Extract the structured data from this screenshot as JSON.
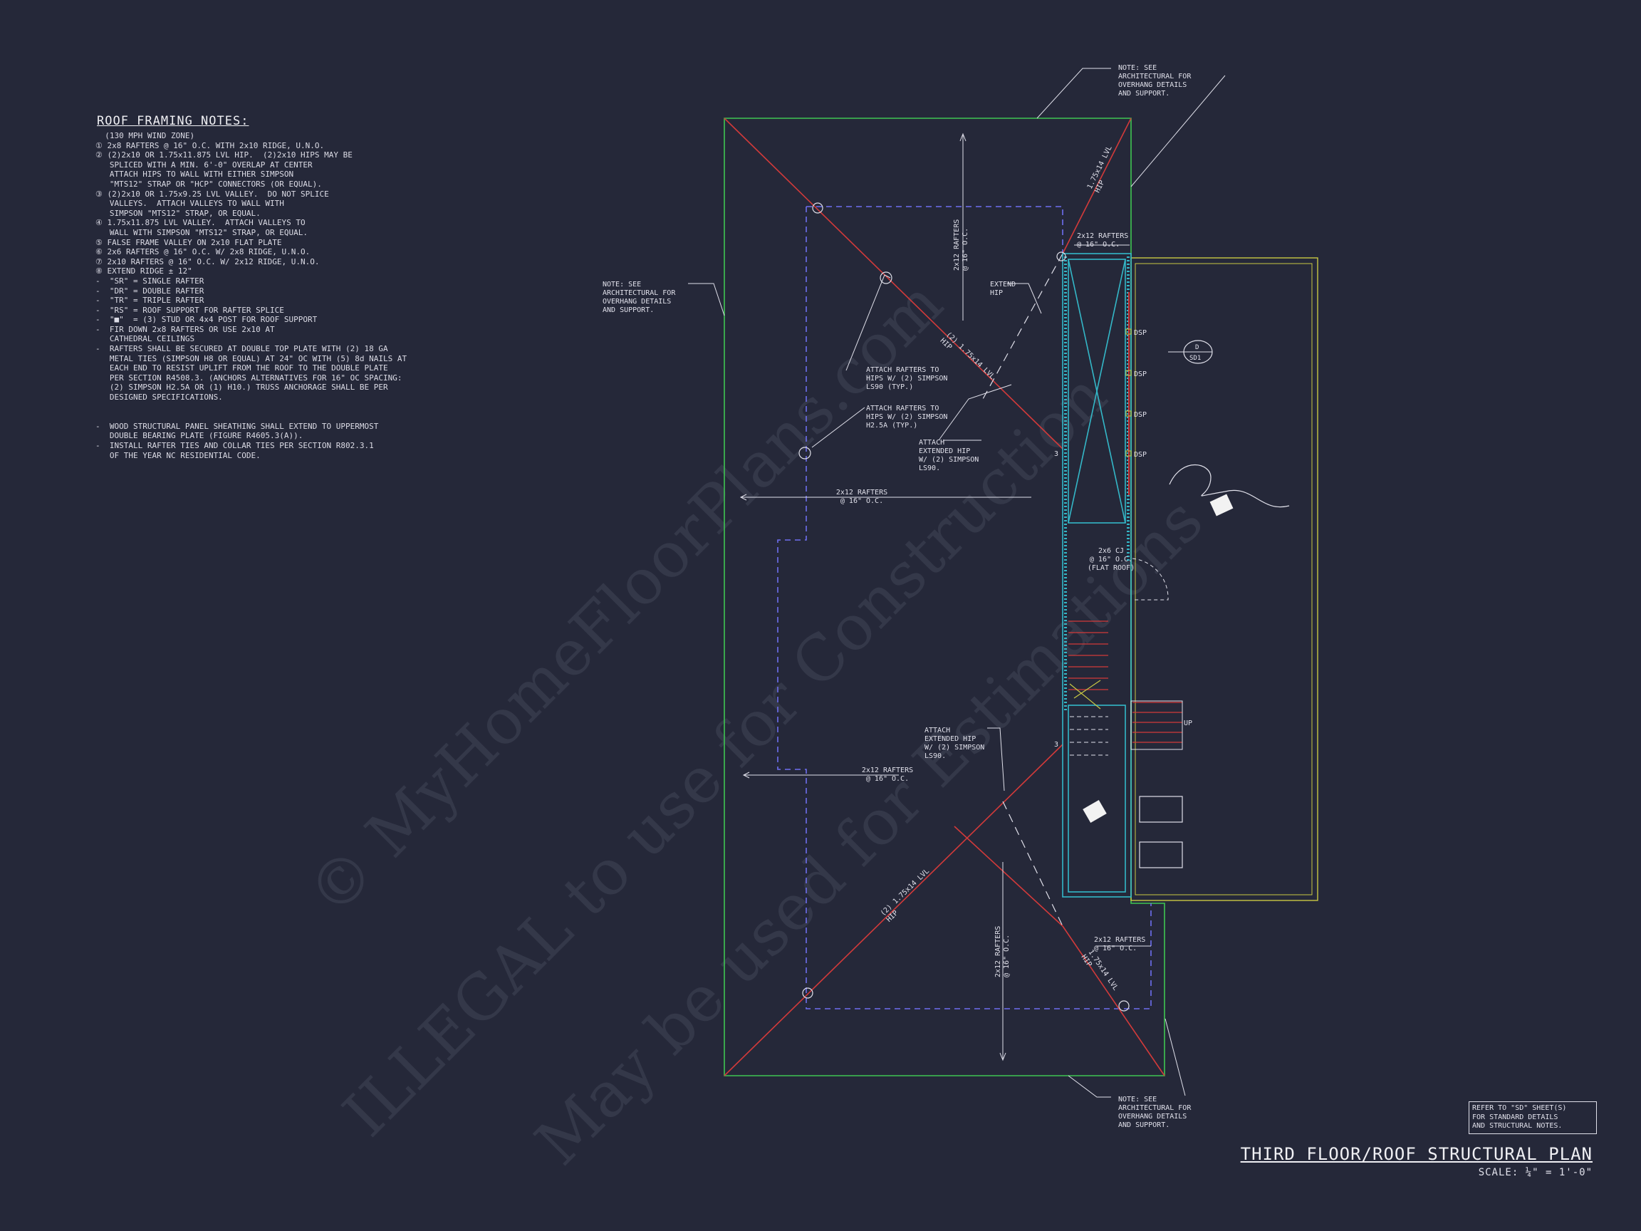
{
  "notes": {
    "title": "ROOF FRAMING NOTES:",
    "lines": [
      "  (130 MPH WIND ZONE)",
      "① 2x8 RAFTERS @ 16\" O.C. WITH 2x10 RIDGE, U.N.O.",
      "② (2)2x10 OR 1.75x11.875 LVL HIP.  (2)2x10 HIPS MAY BE",
      "   SPLICED WITH A MIN. 6'-0\" OVERLAP AT CENTER",
      "   ATTACH HIPS TO WALL WITH EITHER SIMPSON",
      "   \"MTS12\" STRAP OR \"HCP\" CONNECTORS (OR EQUAL).",
      "③ (2)2x10 OR 1.75x9.25 LVL VALLEY.  DO NOT SPLICE",
      "   VALLEYS.  ATTACH VALLEYS TO WALL WITH",
      "   SIMPSON \"MTS12\" STRAP, OR EQUAL.",
      "④ 1.75x11.875 LVL VALLEY.  ATTACH VALLEYS TO",
      "   WALL WITH SIMPSON \"MTS12\" STRAP, OR EQUAL.",
      "⑤ FALSE FRAME VALLEY ON 2x10 FLAT PLATE",
      "⑥ 2x6 RAFTERS @ 16\" O.C. W/ 2x8 RIDGE, U.N.O.",
      "⑦ 2x10 RAFTERS @ 16\" O.C. W/ 2x12 RIDGE, U.N.O.",
      "⑧ EXTEND RIDGE ± 12\"",
      "-  \"SR\" = SINGLE RAFTER",
      "-  \"DR\" = DOUBLE RAFTER",
      "-  \"TR\" = TRIPLE RAFTER",
      "-  \"RS\" = ROOF SUPPORT FOR RAFTER SPLICE",
      "-  \"■\"  = (3) STUD OR 4x4 POST FOR ROOF SUPPORT",
      "-  FIR DOWN 2x8 RAFTERS OR USE 2x10 AT",
      "   CATHEDRAL CEILINGS",
      "-  RAFTERS SHALL BE SECURED AT DOUBLE TOP PLATE WITH (2) 18 GA",
      "   METAL TIES (SIMPSON H8 OR EQUAL) AT 24\" OC WITH (5) 8d NAILS AT",
      "   EACH END TO RESIST UPLIFT FROM THE ROOF TO THE DOUBLE PLATE",
      "   PER SECTION R4508.3. (ANCHORS ALTERNATIVES FOR 16\" OC SPACING:",
      "   (2) SIMPSON H2.5A OR (1) H10.) TRUSS ANCHORAGE SHALL BE PER",
      "   DESIGNED SPECIFICATIONS.",
      "",
      "",
      "-  WOOD STRUCTURAL PANEL SHEATHING SHALL EXTEND TO UPPERMOST",
      "   DOUBLE BEARING PLATE (FIGURE R4605.3(A)).",
      "-  INSTALL RAFTER TIES AND COLLAR TIES PER SECTION R802.3.1",
      "   OF THE YEAR NC RESIDENTIAL CODE."
    ]
  },
  "labels": {
    "note_top": [
      "NOTE: SEE",
      "ARCHITECTURAL FOR",
      "OVERHANG DETAILS",
      "AND SUPPORT."
    ],
    "note_left": [
      "NOTE: SEE",
      "ARCHITECTURAL FOR",
      "OVERHANG DETAILS",
      "AND SUPPORT."
    ],
    "note_bottom": [
      "NOTE: SEE",
      "ARCHITECTURAL FOR",
      "OVERHANG DETAILS",
      "AND SUPPORT."
    ],
    "rafters_top_vertical": [
      "2x12 RAFTERS",
      "@ 16\" O.C."
    ],
    "rafters_mid": [
      "2x12 RAFTERS",
      "@ 16\" O.C."
    ],
    "rafters_lower": [
      "2x12 RAFTERS",
      "@ 16\" O.C."
    ],
    "rafters_bottom_vertical": [
      "2x12 RAFTERS",
      "@ 16\" O.C."
    ],
    "rafters_top_right": [
      "2x12 RAFTERS",
      "@ 16\" O.C."
    ],
    "rafters_bottom_right": [
      "2x12 RAFTERS",
      "@ 16\" O.C."
    ],
    "lvl_hip_top_right": [
      "1.75x14 LVL",
      "HIP"
    ],
    "lvl_hip_diag_top": [
      "(2) 1.75x14 LVL",
      "HIP"
    ],
    "lvl_hip_diag_bottom": [
      "(2) 1.75x14 LVL",
      "HIP"
    ],
    "lvl_hip_bottom_right": [
      "1.75x14 LVL",
      "HIP"
    ],
    "extend_hip": [
      "EXTEND",
      "HIP"
    ],
    "attach_lsu": [
      "ATTACH RAFTERS TO",
      "HIPS W/ (2) SIMPSON",
      "LS90 (TYP.)"
    ],
    "attach_h25a": [
      "ATTACH RAFTERS TO",
      "HIPS W/ (2) SIMPSON",
      "H2.5A (TYP.)"
    ],
    "attach_ext_top": [
      "ATTACH",
      "EXTENDED HIP",
      "W/ (2) SIMPSON",
      "LS90."
    ],
    "attach_ext_bottom": [
      "ATTACH",
      "EXTENDED HIP",
      "W/ (2) SIMPSON",
      "LS90."
    ],
    "dsp": "DSP",
    "cj": [
      "2x6 CJ",
      "@ 16\" O.C.",
      "(FLAT ROOF)"
    ],
    "section_letter": "D",
    "section_sheet": "SD1",
    "num_3": "3",
    "up": "UP"
  },
  "watermark": [
    "© MyHomeFloorPlans.com",
    "ILLEGAL to use for Construction",
    "May be used for Estimations"
  ],
  "refer": [
    "REFER TO \"SD\" SHEET(S)",
    "FOR STANDARD DETAILS",
    "AND STRUCTURAL NOTES."
  ],
  "title": "THIRD FLOOR/ROOF STRUCTURAL PLAN",
  "scale": "SCALE: ¼\" = 1'-0\"",
  "colors": {
    "background": "#252839",
    "outline_green": "#3fc552",
    "hip_red": "#d23a3a",
    "dashed_blue": "#6e6ef0",
    "wall_cyan": "#34b8c8",
    "deck_yellow": "#c9c944",
    "text": "#e0e0ea"
  }
}
